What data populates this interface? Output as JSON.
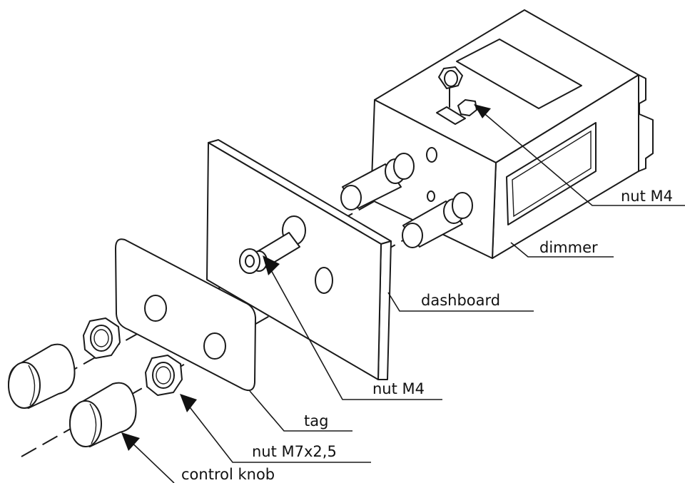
{
  "labels": {
    "nut_m4_top": "nut M4",
    "dimmer": "dimmer",
    "dashboard": "dashboard",
    "nut_m4_bottom": "nut M4",
    "tag": "tag",
    "nut_m7": "nut M7x2,5",
    "control_knob": "control knob"
  }
}
